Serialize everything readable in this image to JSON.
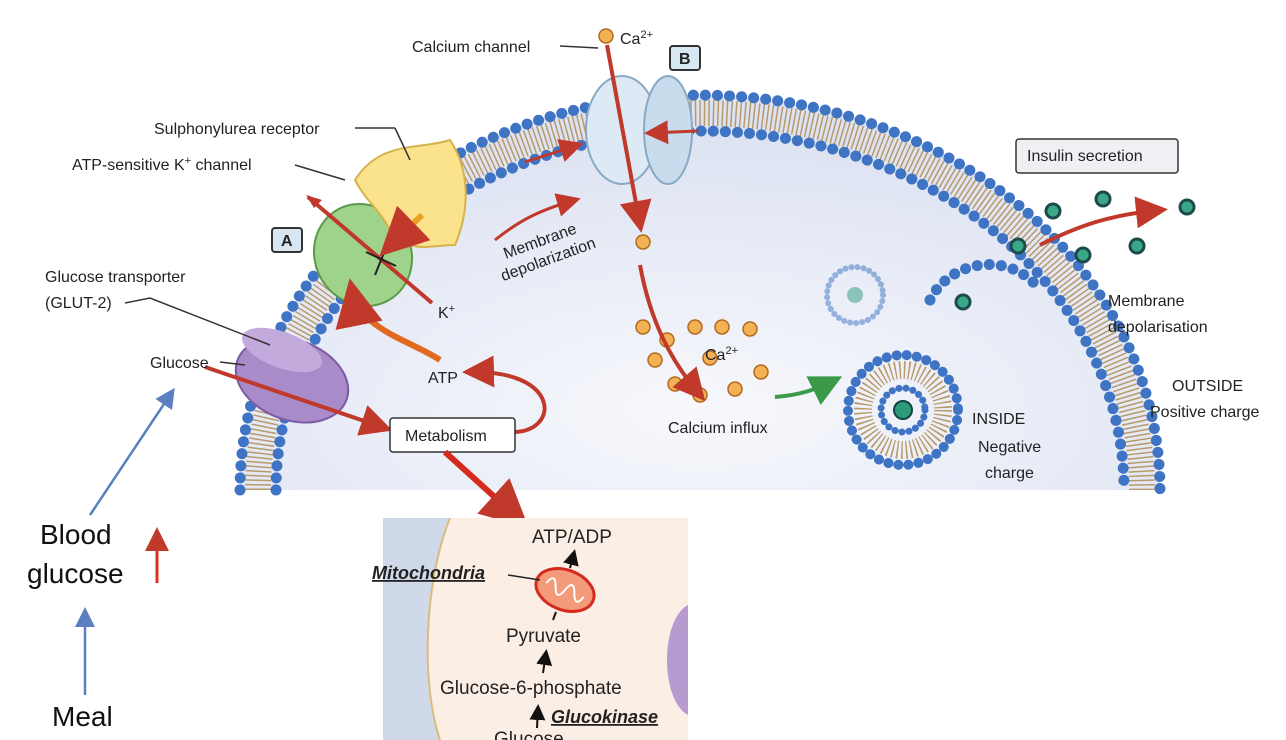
{
  "labels": {
    "calcium_channel": "Calcium channel",
    "ca_top": "Ca",
    "ca_sup": "2+",
    "box_b": "B",
    "box_a": "A",
    "sulphonylurea_receptor": "Sulphonylurea receptor",
    "atp_k_channel": "ATP-sensitive K",
    "atp_k_sup": "+",
    "atp_k_channel_suffix": " channel",
    "glucose_transporter": "Glucose transporter",
    "glut2": "(GLUT-2)",
    "glucose": "Glucose",
    "k_plus": "K",
    "k_sup": "+",
    "atp": "ATP",
    "metabolism": "Metabolism",
    "membrane_depolarization_1": "Membrane",
    "membrane_depolarization_2": "depolarization",
    "ca_inner": "Ca",
    "ca_inner_sup": "2+",
    "calcium_influx": "Calcium influx",
    "insulin_secretion": "Insulin secretion",
    "membrane_depolarisation_1": "Membrane",
    "membrane_depolarisation_2": "depolarisation",
    "inside": "INSIDE",
    "negative_1": "Negative",
    "negative_2": "charge",
    "outside": "OUTSIDE",
    "positive": "Positive charge"
  },
  "side": {
    "blood": "Blood",
    "glucose": "glucose",
    "meal": "Meal"
  },
  "inset": {
    "atp_adp": "ATP/ADP",
    "mitochondria": "Mitochondria",
    "pyruvate": "Pyruvate",
    "g6p": "Glucose-6-phosphate",
    "glucokinase": "Glucokinase",
    "glucose": "Glucose"
  },
  "colors": {
    "membrane_head": "#3f74c4",
    "arrow_red": "#c0392b",
    "arrow_blue": "#5b7fc0",
    "up_red": "#e03020",
    "cytoplasm": "#e9edf7",
    "inset_bg": "#fbeee4"
  }
}
